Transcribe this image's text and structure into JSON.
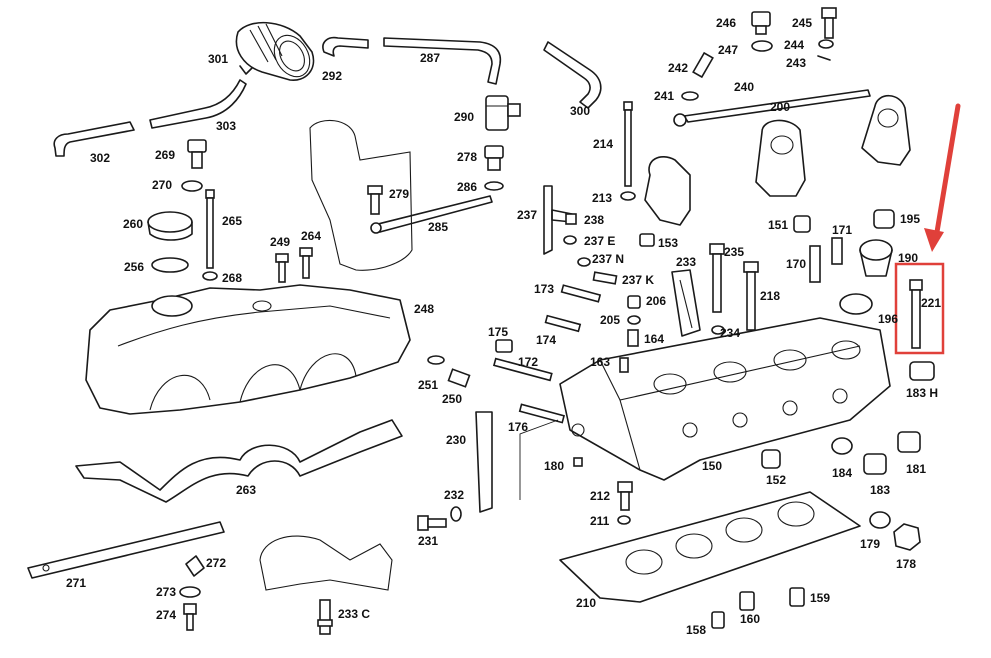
{
  "labels": {
    "p301": "301",
    "p292": "292",
    "p287": "287",
    "p290": "290",
    "p300": "300",
    "p246": "246",
    "p245": "245",
    "p247": "247",
    "p244": "244",
    "p243": "243",
    "p242": "242",
    "p241": "241",
    "p240": "240",
    "p200": "200",
    "p302": "302",
    "p303": "303",
    "p269": "269",
    "p270": "270",
    "p279": "279",
    "p278": "278",
    "p286": "286",
    "p214": "214",
    "p213": "213",
    "p260": "260",
    "p265": "265",
    "p285": "285",
    "p237": "237",
    "p238": "238",
    "p237e": "237 E",
    "p237n": "237 N",
    "p237k": "237 K",
    "p153": "153",
    "p151": "151",
    "p171": "171",
    "p195": "195",
    "p190": "190",
    "p196": "196",
    "p221": "221",
    "p249": "249",
    "p264": "264",
    "p256": "256",
    "p268": "268",
    "p248": "248",
    "p235": "235",
    "p233": "233",
    "p170": "170",
    "p218": "218",
    "p173": "173",
    "p206": "206",
    "p205": "205",
    "p234": "234",
    "p164": "164",
    "p175": "175",
    "p174": "174",
    "p172": "172",
    "p163": "163",
    "p251": "251",
    "p250": "250",
    "p183h": "183 H",
    "p176": "176",
    "p230": "230",
    "p180": "180",
    "p150": "150",
    "p184": "184",
    "p181": "181",
    "p152": "152",
    "p183": "183",
    "p263": "263",
    "p212": "212",
    "p232": "232",
    "p211": "211",
    "p231": "231",
    "p179": "179",
    "p178": "178",
    "p272": "272",
    "p271": "271",
    "p273": "273",
    "p210": "210",
    "p159": "159",
    "p160": "160",
    "p274": "274",
    "p233c": "233 C",
    "p158": "158"
  },
  "highlight": {
    "part": "221",
    "color": "#e0403a"
  }
}
